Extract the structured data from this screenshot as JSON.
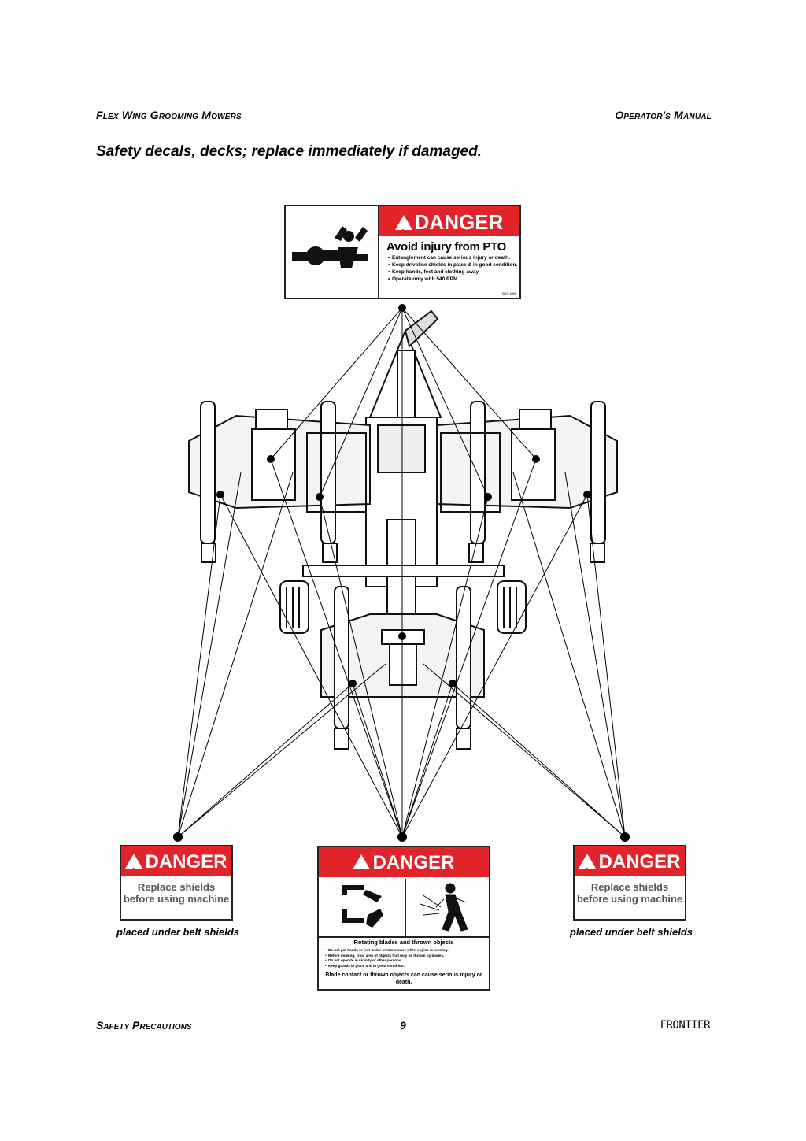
{
  "header": {
    "left": "Flex Wing Grooming Mowers",
    "right": "Operator's Manual"
  },
  "title": "Safety decals, decks; replace immediately if damaged.",
  "decals": {
    "pto": {
      "signal_word": "DANGER",
      "heading": "Avoid injury from PTO",
      "bullets": [
        "Entanglement can cause serious injury or death.",
        "Keep driveline shields in place & in good condition.",
        "Keep hands, feet and clothing away.",
        "Operate only with 540 RPM."
      ],
      "code": "SDS-1056",
      "icon": "pto-entanglement-icon"
    },
    "shield_left": {
      "signal_word": "DANGER",
      "message": "Replace shields before using machine",
      "caption": "placed under belt shields"
    },
    "shield_right": {
      "signal_word": "DANGER",
      "message": "Replace shields before using machine",
      "caption": "placed under belt shields"
    },
    "blades": {
      "signal_word": "DANGER",
      "subheading": "Rotating blades and thrown objects",
      "bullets": [
        "Do not put hands or feet under or into mower when engine is running.",
        "Before mowing, clear area of objects that may be thrown by blades.",
        "Do not operate in vicinity of other persons.",
        "Keep guards in place and in good condition."
      ],
      "warning": "Blade contact or thrown objects can cause serious injury or death.",
      "icons": [
        "hand-foot-blade-icon",
        "thrown-object-icon"
      ]
    }
  },
  "colors": {
    "danger_red": "#e1242a"
  },
  "footer": {
    "left": "Safety Precautions",
    "page": "9",
    "right": "FRONTIER"
  }
}
